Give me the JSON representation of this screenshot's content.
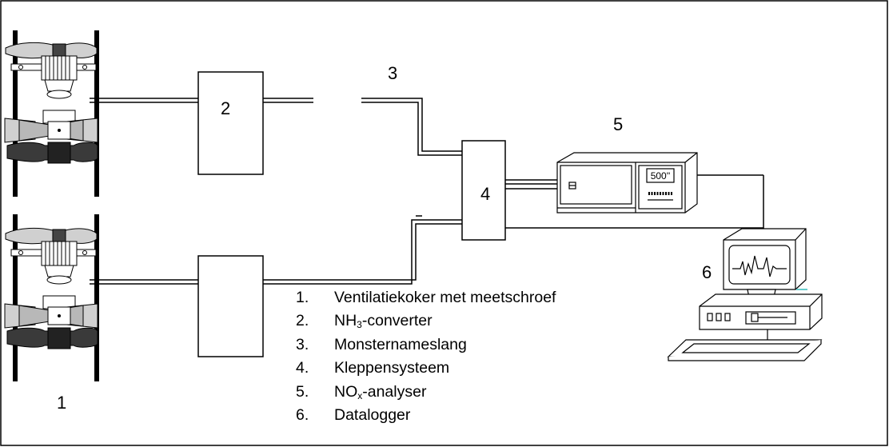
{
  "labels": {
    "fan": "1",
    "converter": "2",
    "hose": "3",
    "valves": "4",
    "analyser": "5",
    "logger": "6"
  },
  "analyser_display": "500''",
  "legend": [
    {
      "num": "1.",
      "pre": "Ventilatiekoker met meetschroef",
      "sub": "",
      "post": ""
    },
    {
      "num": "2.",
      "pre": "NH",
      "sub": "3",
      "post": "-converter"
    },
    {
      "num": "3.",
      "pre": "Monsternameslang",
      "sub": "",
      "post": ""
    },
    {
      "num": "4.",
      "pre": "Kleppensysteem",
      "sub": "",
      "post": ""
    },
    {
      "num": "5.",
      "pre": "NO",
      "sub": "x",
      "post": "-analyser"
    },
    {
      "num": "6.",
      "pre": "Datalogger",
      "sub": "",
      "post": ""
    }
  ]
}
